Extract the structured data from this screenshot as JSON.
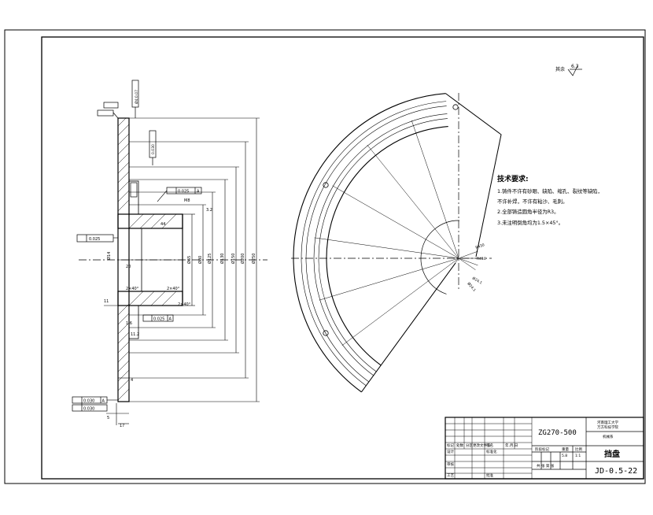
{
  "drawing": {
    "roughness": "其余",
    "roughness_value": "6.3",
    "tech_title": "技术要求:",
    "tech_notes": [
      "1.铸件不许有砂眼、缺陷、缩孔、裂纹等缺陷，",
      "   不许补焊，不许有粘沙、毛刺。",
      "2.全部铸造圆角半径为R3。",
      "3.未注明倒角均为1.5×45°。"
    ]
  },
  "title_block": {
    "drawing_code": "ZG270-500",
    "part_name": "挡盘",
    "drawing_number": "JD-0.5-22",
    "school": [
      "河南理工大学",
      "万方科技学院",
      "机械系"
    ],
    "scale": "1:1",
    "weight": "5.8",
    "sheet_info": "共 张 第 张",
    "labels": {
      "mark": "标记",
      "count": "处数",
      "zone": "分区",
      "change_doc": "更改文件号",
      "signature": "签名",
      "date": "年.月.日",
      "design": "设计",
      "std": "标准化",
      "check": "审核",
      "process": "工艺",
      "approve": "批准",
      "stage_mark": "阶段标记",
      "weight_label": "重量",
      "scale_label": "比例"
    }
  },
  "dimensions": {
    "d20": "20",
    "d11": "11",
    "d44": "44",
    "d4": "4",
    "d5": "5",
    "d11_2": "11.2",
    "d17": "17",
    "chamfer1": "2×40°",
    "chamfer2": "2×40°",
    "chamfer3": "2×40°",
    "tol1": "0.025",
    "tol2": "0.025",
    "tol3": "0.030",
    "tol4": "0.030",
    "tol5": "0.025",
    "tol6": "0.030",
    "datum": "A",
    "ra": "3.2",
    "ra2": "1.6",
    "m": "M8",
    "r1": "R430",
    "r2": "R410",
    "r3": "Ø24.1",
    "r4": "Ø24.1",
    "phi_small": "Ø14",
    "phi1": "Ø65",
    "phi2": "Ø80",
    "phi3": "Ø125",
    "phi4": "Ø130",
    "phi5": "Ø150",
    "phi6": "Ø200",
    "phi7": "Ø250",
    "phi8": "Ø280"
  }
}
